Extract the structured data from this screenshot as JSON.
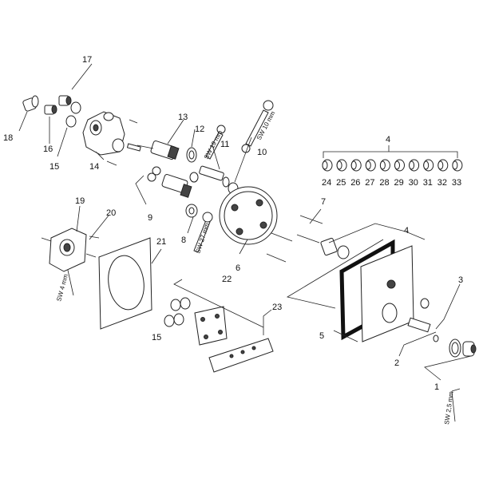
{
  "diagram": {
    "callouts": [
      {
        "id": "c1",
        "text": "1"
      },
      {
        "id": "c2",
        "text": "2"
      },
      {
        "id": "c3",
        "text": "3"
      },
      {
        "id": "c4a",
        "text": "4"
      },
      {
        "id": "c4b",
        "text": "4"
      },
      {
        "id": "c5",
        "text": "5"
      },
      {
        "id": "c6",
        "text": "6"
      },
      {
        "id": "c7",
        "text": "7"
      },
      {
        "id": "c8",
        "text": "8"
      },
      {
        "id": "c9",
        "text": "9"
      },
      {
        "id": "c10",
        "text": "10"
      },
      {
        "id": "c11",
        "text": "11"
      },
      {
        "id": "c12",
        "text": "12"
      },
      {
        "id": "c13",
        "text": "13"
      },
      {
        "id": "c14",
        "text": "14"
      },
      {
        "id": "c15a",
        "text": "15"
      },
      {
        "id": "c15b",
        "text": "15"
      },
      {
        "id": "c16",
        "text": "16"
      },
      {
        "id": "c17",
        "text": "17"
      },
      {
        "id": "c18",
        "text": "18"
      },
      {
        "id": "c19",
        "text": "19"
      },
      {
        "id": "c20",
        "text": "20"
      },
      {
        "id": "c21",
        "text": "21"
      },
      {
        "id": "c22",
        "text": "22"
      },
      {
        "id": "c23",
        "text": "23"
      }
    ],
    "variant_numbers": [
      "24",
      "25",
      "26",
      "27",
      "28",
      "29",
      "30",
      "31",
      "32",
      "33"
    ],
    "tool_labels": {
      "sw4": "SW 4 mm",
      "sw10": "SW 10 mm",
      "sw19": "SW 19 mm",
      "sw27": "SW 27 mm",
      "sw25": "SW 2,5 mm"
    }
  }
}
